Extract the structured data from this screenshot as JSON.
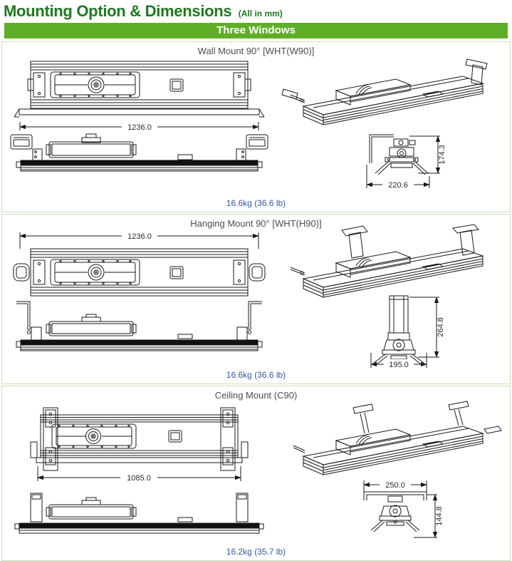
{
  "page": {
    "title": "Mounting Option & Dimensions",
    "title_suffix": "(All in mm)",
    "banner": "Three Windows"
  },
  "colors": {
    "title_green": "#1d7a1d",
    "banner_green": "#5fae27",
    "border_green": "#cbe2ba",
    "weight_blue": "#3a56a8"
  },
  "sections": [
    {
      "title": "Wall Mount 90° [WHT(W90)]",
      "length_dim": "1236.0",
      "width_dim": "220.6",
      "height_dim": "174.3",
      "weight": "16.6kg (36.6 lb)"
    },
    {
      "title": "Hanging Mount 90° [WHT(H90)]",
      "length_dim": "1236.0",
      "width_dim": "195.0",
      "height_dim": "264.8",
      "weight": "16.6kg (36.6 lb)"
    },
    {
      "title": "Ceiling Mount (C90)",
      "length_dim": "1085.0",
      "width_dim": "250.0",
      "height_dim": "144.8",
      "weight": "16.2kg (35.7 lb)"
    }
  ]
}
